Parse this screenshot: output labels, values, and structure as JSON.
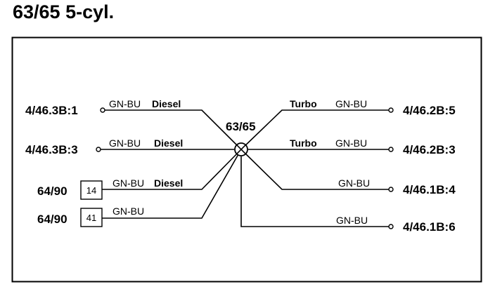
{
  "title": "63/65 5-cyl.",
  "center_node": {
    "label": "63/65"
  },
  "wires": [
    {
      "terminal": "4/46.3B:1",
      "color": "GN-BU",
      "engine": "Diesel"
    },
    {
      "terminal": "4/46.3B:3",
      "color": "GN-BU",
      "engine": "Diesel"
    },
    {
      "terminal": "64/90",
      "pin": "14",
      "color": "GN-BU",
      "engine": "Diesel"
    },
    {
      "terminal": "64/90",
      "pin": "41",
      "color": "GN-BU",
      "engine": ""
    },
    {
      "terminal": "4/46.2B:5",
      "color": "GN-BU",
      "engine": "Turbo"
    },
    {
      "terminal": "4/46.2B:3",
      "color": "GN-BU",
      "engine": "Turbo"
    },
    {
      "terminal": "4/46.1B:4",
      "color": "GN-BU",
      "engine": ""
    },
    {
      "terminal": "4/46.1B:6",
      "color": "GN-BU",
      "engine": ""
    }
  ]
}
